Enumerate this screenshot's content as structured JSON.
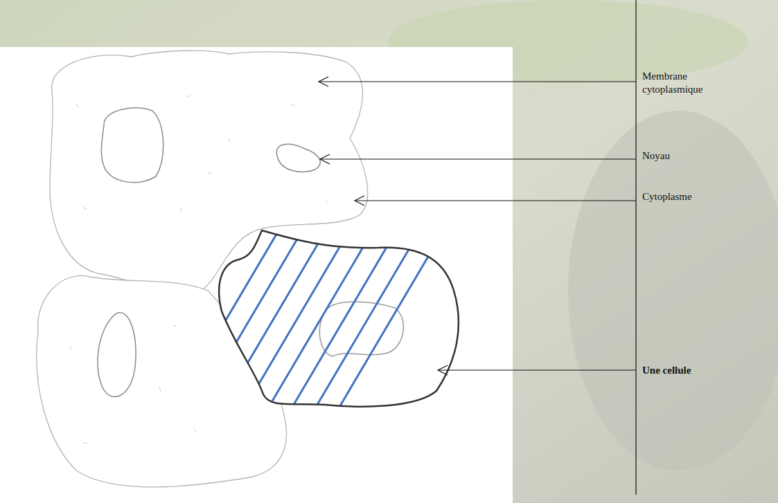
{
  "diagram": {
    "labels": [
      "Membrane cytoplasmique",
      "Noyau",
      "Cytoplasme",
      "Une cellule"
    ]
  }
}
